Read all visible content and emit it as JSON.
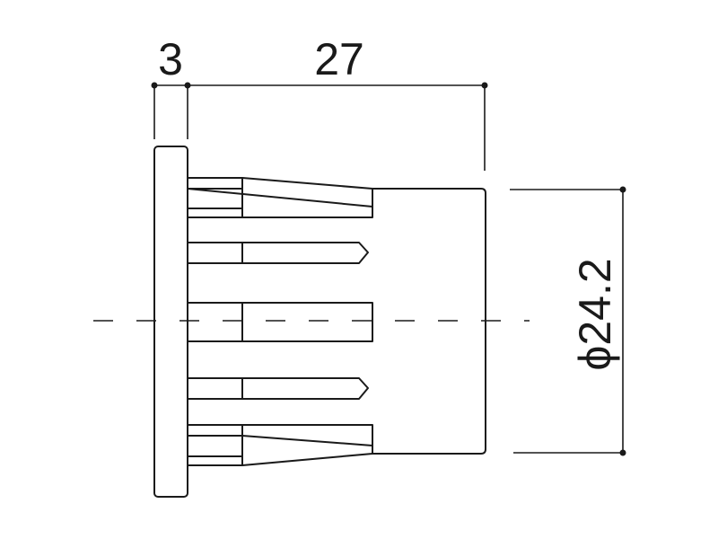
{
  "dimensions": {
    "flange_thickness": "3",
    "body_length": "27",
    "diameter": "ϕ24.2"
  },
  "colors": {
    "line": "#1a1a1a",
    "background": "#ffffff"
  }
}
